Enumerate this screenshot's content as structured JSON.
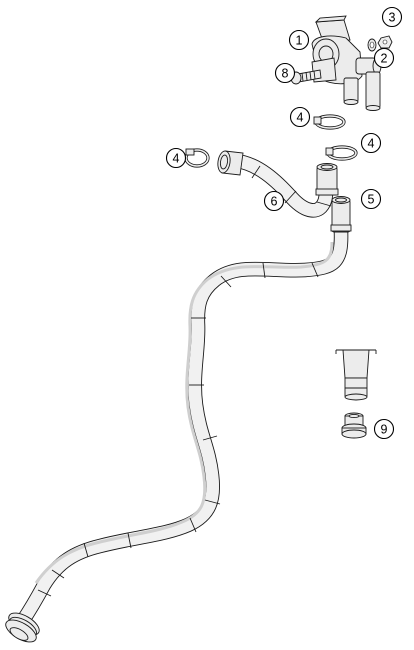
{
  "diagram": {
    "callouts": [
      {
        "id": "c1",
        "label": "1"
      },
      {
        "id": "c2",
        "label": "2"
      },
      {
        "id": "c3",
        "label": "3"
      },
      {
        "id": "c8",
        "label": "8"
      },
      {
        "id": "c4a",
        "label": "4"
      },
      {
        "id": "c4b",
        "label": "4"
      },
      {
        "id": "c4c",
        "label": "4"
      },
      {
        "id": "c5",
        "label": "5"
      },
      {
        "id": "c6",
        "label": "6"
      },
      {
        "id": "c9",
        "label": "9"
      }
    ]
  }
}
